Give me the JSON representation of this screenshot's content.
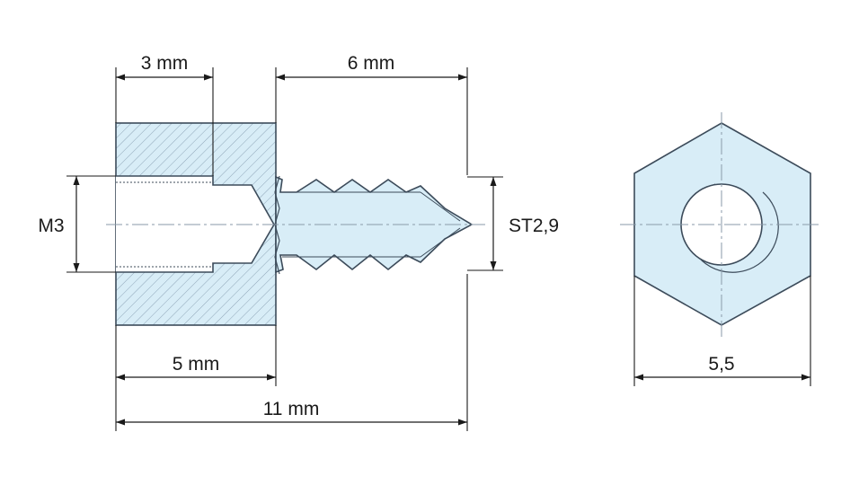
{
  "drawing": {
    "dimensions": {
      "bore_depth": "3 mm",
      "screw_length": "6 mm",
      "body_length": "5 mm",
      "total_length": "11 mm",
      "thread_internal": "M3",
      "thread_screw": "ST2,9",
      "hex_width": "5,5"
    }
  },
  "colors": {
    "fill": "#d8edf7",
    "outline": "#3c4b5a",
    "hatch": "#8fa6b8",
    "dimension": "#1a1a1a",
    "centerline": "#8a9aa8"
  }
}
